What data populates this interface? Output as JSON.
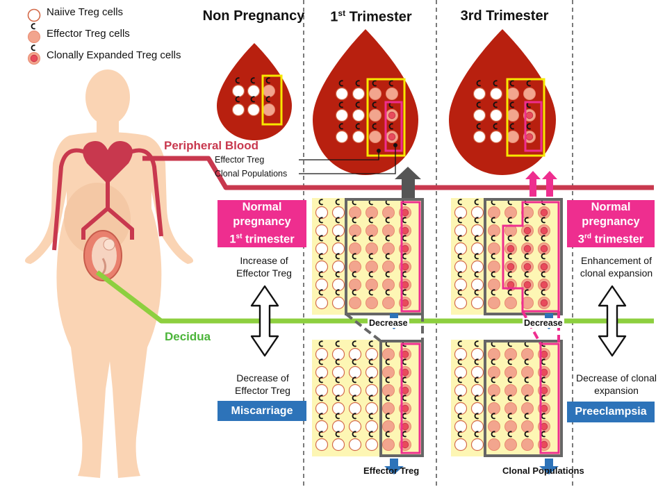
{
  "legend": {
    "naive": "Naiive Treg cells",
    "effector": "Effector Treg cells",
    "clonal": "Clonally Expanded Treg cells"
  },
  "columns": {
    "non_pregnancy": "Non Pregnancy",
    "first_trimester": {
      "main": "1",
      "sup": "st",
      "rest": " Trimester"
    },
    "third_trimester": "3rd Trimester"
  },
  "compartments": {
    "peripheral_blood": "Peripheral Blood",
    "decidua": "Decidua"
  },
  "callouts": {
    "effector_treg": "Effector Treg",
    "clonal_populations": "Clonal Populations"
  },
  "left_panel": {
    "normal_box": {
      "line1": "Normal",
      "line2": "pregnancy",
      "line3_main": "1",
      "line3_sup": "st",
      "line3_rest": " trimester"
    },
    "increase": "Increase of Effector Treg",
    "decrease": "Decrease of Effector Treg",
    "outcome": "Miscarriage"
  },
  "right_panel": {
    "normal_box": {
      "line1": "Normal",
      "line2": "pregnancy",
      "line3_main": "3",
      "line3_sup": "rd",
      "line3_rest": " trimester"
    },
    "enhancement": "Enhancement of clonal expansion",
    "decrease": "Decrease of clonal expansion",
    "outcome": "Preeclampsia"
  },
  "labels": {
    "decrease_first": "Decrease",
    "decrease_third": "Decrease",
    "bottom_effector": "Effector Treg",
    "bottom_clonal": "Clonal Populations"
  },
  "colors": {
    "peripheral_line": "#c8384e",
    "decidua_line": "#8dcf3f",
    "pink_box": "#ee2e8f",
    "blue_box": "#2d73b9",
    "blood_drop": "#b8200f",
    "effector_cell": "#f2a58e",
    "clonal_cell": "#e84b5c",
    "grid_background": "#fdf6b4",
    "effector_frame": "#666666",
    "clonal_frame": "#ee2e8f",
    "highlight_frame": "#f7e800",
    "body": "#fad4b4"
  },
  "icons": [
    "naive-treg-cell-icon",
    "effector-treg-cell-icon",
    "clonal-treg-cell-icon",
    "heart-icon",
    "fetus-icon",
    "blood-drop-icon",
    "double-arrow-icon",
    "up-arrow-icon",
    "down-arrow-icon"
  ]
}
